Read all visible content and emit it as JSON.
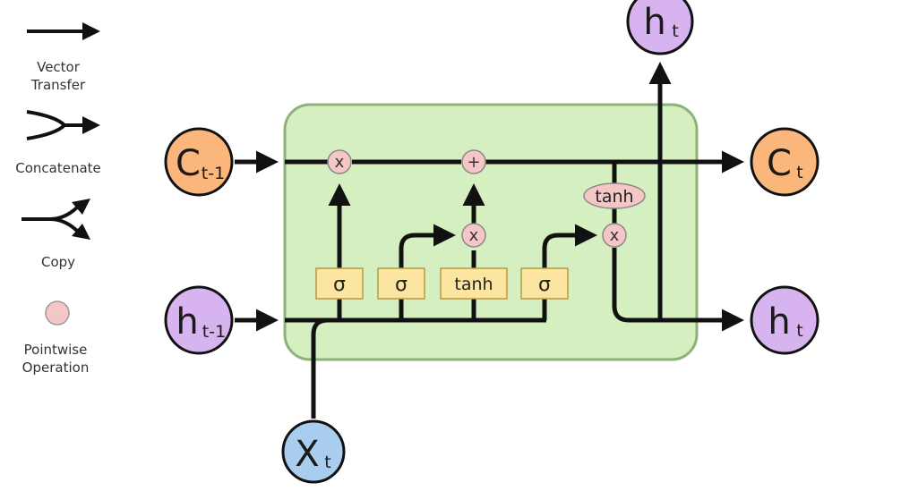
{
  "legend": {
    "vector_transfer": [
      "Vector",
      "Transfer"
    ],
    "concatenate": "Concatenate",
    "copy": "Copy",
    "pointwise": [
      "Pointwise",
      "Operation"
    ]
  },
  "gates": {
    "sigma_1": "σ",
    "sigma_2": "σ",
    "tanh_gate": "tanh",
    "sigma_3": "σ",
    "tanh_op": "tanh"
  },
  "ops": {
    "forget_mult": "x",
    "cell_add": "+",
    "input_mult": "x",
    "output_mult": "x"
  },
  "nodes": {
    "c_prev": {
      "main": "C",
      "sub": "t-1"
    },
    "h_prev": {
      "main": "h",
      "sub": "t-1"
    },
    "x_t": {
      "main": "X",
      "sub": "t"
    },
    "c_t": {
      "main": "C",
      "sub": "t"
    },
    "h_t_right": {
      "main": "h",
      "sub": "t"
    },
    "h_t_top": {
      "main": "h",
      "sub": "t"
    }
  },
  "colors": {
    "cell_fill": "#d6efc1",
    "cell_stroke": "#8fb17a",
    "gate_fill": "#fbe5a0",
    "gate_stroke": "#b59b3d",
    "op_fill": "#f5c6c6",
    "cell_state_node": "#fbb77b",
    "hidden_node": "#d7b3ef",
    "input_node": "#a9cdee",
    "line": "#111111"
  }
}
